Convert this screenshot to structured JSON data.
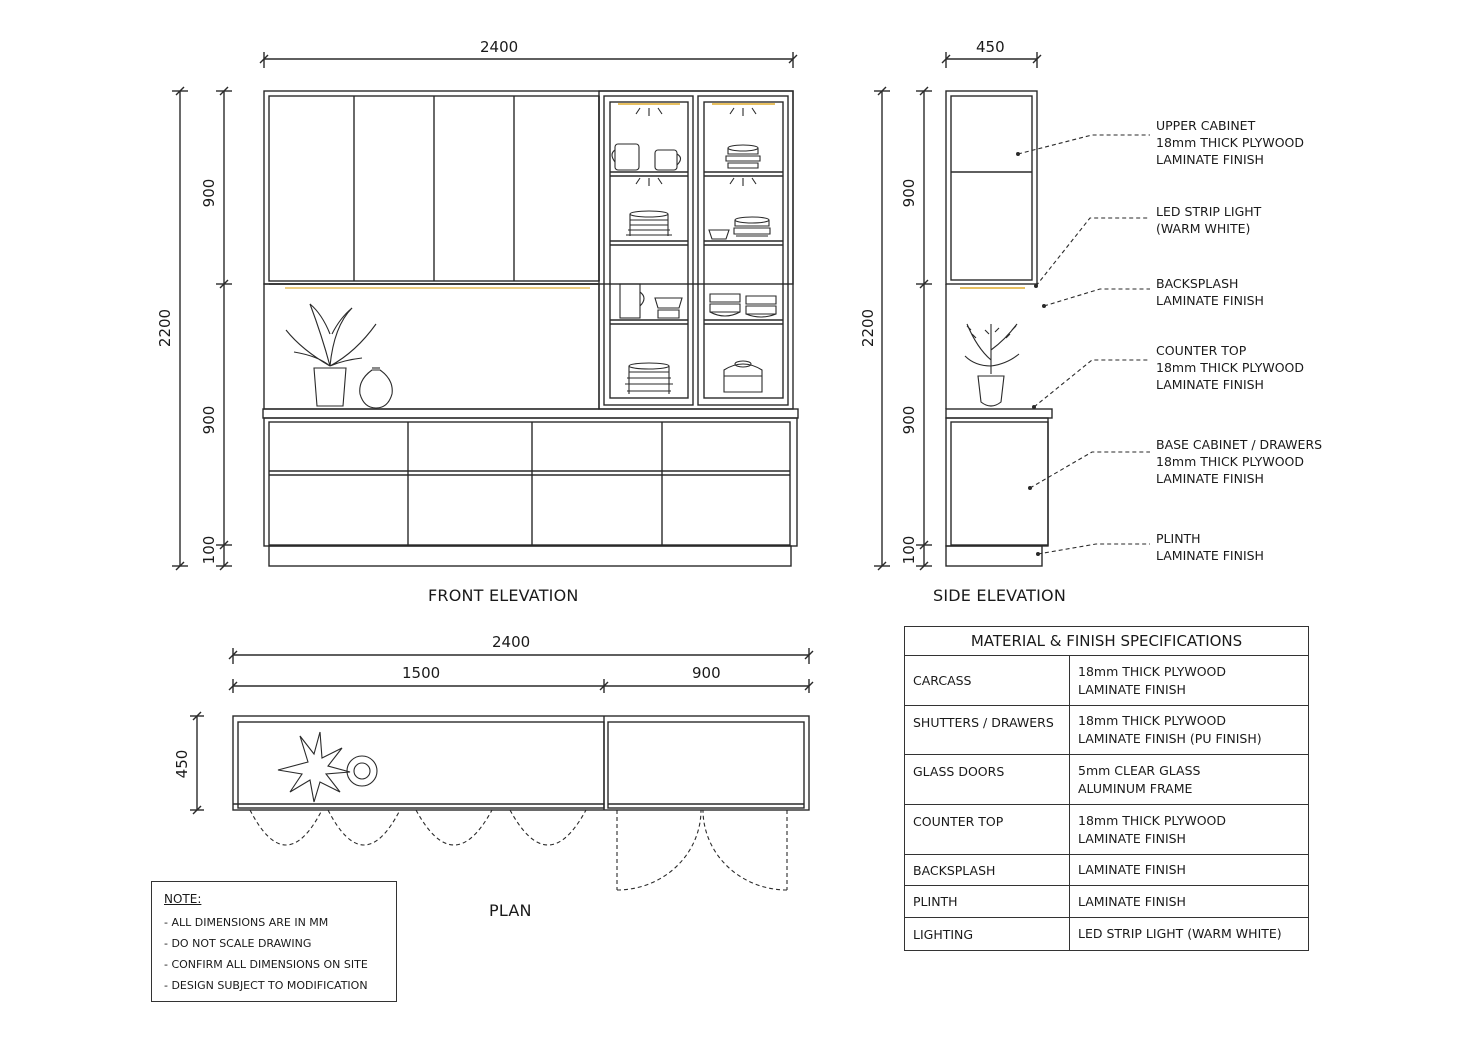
{
  "front_elevation": {
    "title": "FRONT ELEVATION",
    "width_dim": "2400",
    "total_height_dim": "2200",
    "upper_height_dim": "900",
    "base_height_dim": "900",
    "plinth_height_dim": "100"
  },
  "side_elevation": {
    "title": "SIDE ELEVATION",
    "depth_dim": "450",
    "total_height_dim": "2200",
    "upper_height_dim": "900",
    "base_height_dim": "900",
    "plinth_height_dim": "100",
    "callouts": [
      {
        "lines": [
          "UPPER CABINET",
          "18mm THICK PLYWOOD",
          "LAMINATE FINISH"
        ]
      },
      {
        "lines": [
          "LED STRIP LIGHT",
          "(WARM WHITE)"
        ]
      },
      {
        "lines": [
          "BACKSPLASH",
          "LAMINATE FINISH"
        ]
      },
      {
        "lines": [
          "COUNTER TOP",
          "18mm THICK PLYWOOD",
          "LAMINATE FINISH"
        ]
      },
      {
        "lines": [
          "BASE CABINET / DRAWERS",
          "18mm THICK PLYWOOD",
          "LAMINATE FINISH"
        ]
      },
      {
        "lines": [
          "PLINTH",
          "LAMINATE FINISH"
        ]
      }
    ]
  },
  "plan": {
    "title": "PLAN",
    "total_dim": "2400",
    "left_dim": "1500",
    "right_dim": "900",
    "depth_dim": "450"
  },
  "specifications": {
    "title": "MATERIAL & FINISH SPECIFICATIONS",
    "rows": [
      {
        "item": "CARCASS",
        "spec": [
          "18mm THICK PLYWOOD",
          "LAMINATE FINISH"
        ]
      },
      {
        "item": "SHUTTERS / DRAWERS",
        "spec": [
          "18mm THICK PLYWOOD",
          "LAMINATE FINISH (PU FINISH)"
        ]
      },
      {
        "item": "GLASS DOORS",
        "spec": [
          "5mm CLEAR GLASS",
          "ALUMINUM FRAME"
        ]
      },
      {
        "item": "COUNTER TOP",
        "spec": [
          "18mm THICK PLYWOOD",
          "LAMINATE FINISH"
        ]
      },
      {
        "item": "BACKSPLASH",
        "spec": [
          "LAMINATE FINISH"
        ]
      },
      {
        "item": "PLINTH",
        "spec": [
          "LAMINATE FINISH"
        ]
      },
      {
        "item": "LIGHTING",
        "spec": [
          "LED STRIP LIGHT (WARM WHITE)"
        ]
      }
    ]
  },
  "note": {
    "heading": "NOTE:",
    "lines": [
      "- ALL DIMENSIONS ARE IN MM",
      "- DO NOT SCALE DRAWING",
      "- CONFIRM ALL DIMENSIONS ON SITE",
      "- DESIGN SUBJECT TO MODIFICATION"
    ]
  },
  "colors": {
    "line": "#2a2a2a",
    "led_glow": "#e8c060"
  }
}
